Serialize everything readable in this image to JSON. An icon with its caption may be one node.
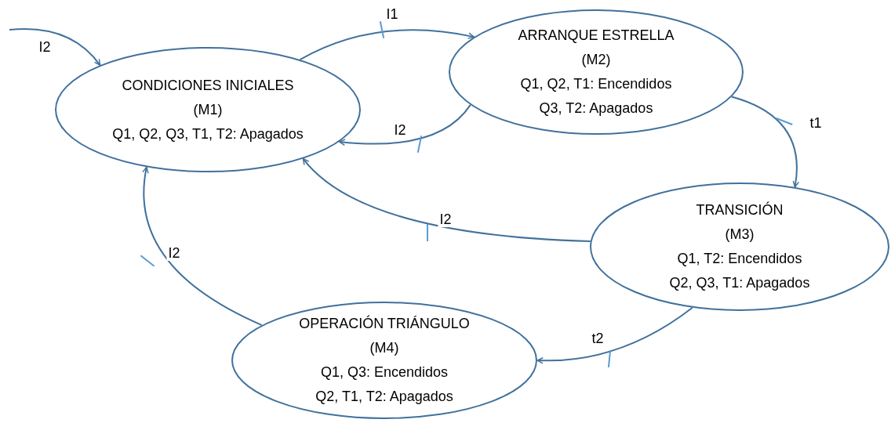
{
  "diagram": {
    "nodes": [
      {
        "text": [
          "CONDICIONES INICIALES",
          "(M1)",
          "Q1, Q2, Q3, T1, T2: Apagados"
        ]
      },
      {
        "text": [
          "ARRANQUE ESTRELLA",
          "(M2)",
          "Q1, Q2, T1: Encendidos",
          "Q3, T2: Apagados"
        ]
      },
      {
        "text": [
          "TRANSICIÓN",
          "(M3)",
          "Q1, T2: Encendidos",
          "Q2, Q3, T1: Apagados"
        ]
      },
      {
        "text": [
          "OPERACIÓN TRIÁNGULO",
          "(M4)",
          "Q1, Q3: Encendidos",
          "Q2, T1, T2: Apagados"
        ]
      }
    ],
    "edges": [
      {
        "from": null,
        "to": 0,
        "arrow": "to",
        "label": "I2"
      },
      {
        "from": 0,
        "to": 1,
        "arrow": "to",
        "label": "I1"
      },
      {
        "from": 1,
        "to": 0,
        "arrow": "to",
        "label": "I2"
      },
      {
        "from": 1,
        "to": 2,
        "arrow": "to",
        "label": "t1"
      },
      {
        "from": 2,
        "to": 0,
        "arrow": "to",
        "label": "I2"
      },
      {
        "from": 2,
        "to": 3,
        "arrow": "to",
        "label": "t2"
      },
      {
        "from": 3,
        "to": 0,
        "arrow": "to",
        "label": "I2"
      }
    ]
  }
}
